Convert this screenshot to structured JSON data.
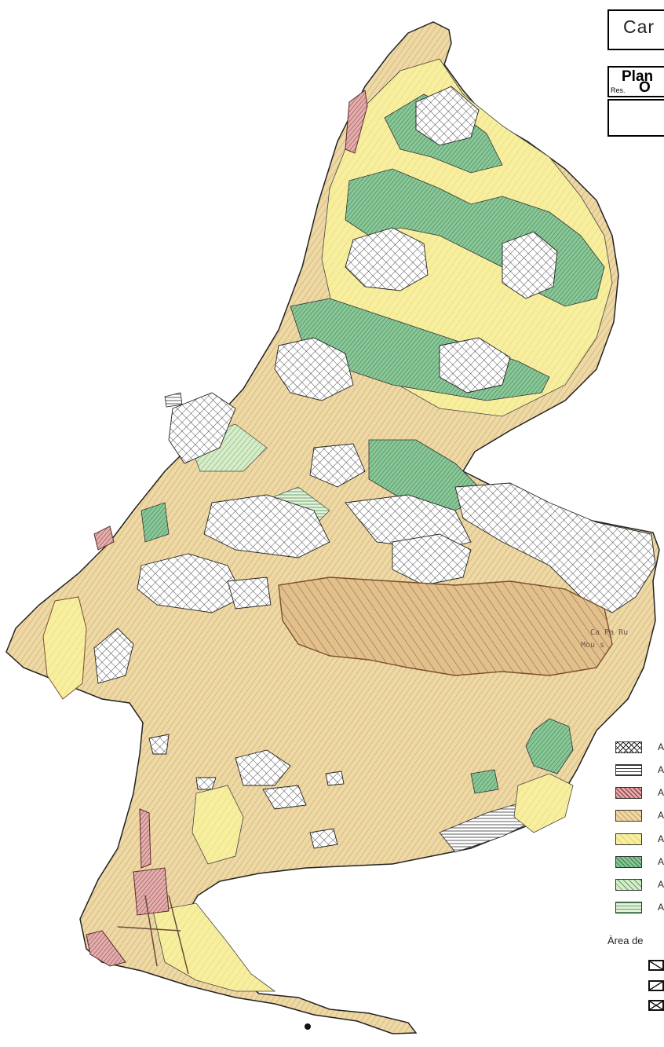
{
  "header": {
    "title_box_text": "Car",
    "plan_box_line1": "Plan",
    "plan_box_line2": "O",
    "plan_box_line3": "Res."
  },
  "legend": {
    "items": [
      {
        "label": "A",
        "pattern": "crosshatch"
      },
      {
        "label": "A",
        "pattern": "horizontal"
      },
      {
        "label": "A",
        "pattern": "red-diagonal"
      },
      {
        "label": "A",
        "pattern": "tan-diagonal"
      },
      {
        "label": "A",
        "pattern": "yellow-diagonal"
      },
      {
        "label": "A",
        "pattern": "green-diagonal"
      },
      {
        "label": "A",
        "pattern": "light-green-diagonal"
      },
      {
        "label": "A",
        "pattern": "light-green-horizontal"
      }
    ],
    "area_title": "Àrea de",
    "area_items": [
      {
        "pattern": "diagonal-box"
      },
      {
        "pattern": "back-diagonal-box"
      },
      {
        "pattern": "cross-box"
      }
    ]
  },
  "place_names": {
    "label_a": "Ca Pa Ru",
    "label_b": "Mou s"
  },
  "colors": {
    "tan": "#ecd9a6",
    "yellow": "#f7ef9f",
    "green": "#8cc79a",
    "light_green": "#c4e3b2",
    "red": "#d49a9a",
    "white": "#ffffff",
    "brown": "#7a4f2f"
  }
}
